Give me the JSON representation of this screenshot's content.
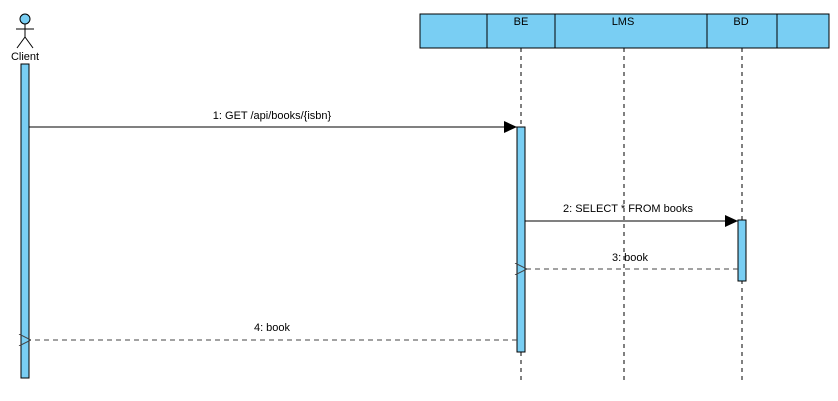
{
  "actor": {
    "name": "Client",
    "icon": "stick-figure-icon"
  },
  "lifelines": [
    {
      "id": "be",
      "label": "BE"
    },
    {
      "id": "lms",
      "label": "LMS"
    },
    {
      "id": "bd",
      "label": "BD"
    }
  ],
  "messages": [
    {
      "id": "m1",
      "label": "1: GET /api/books/{isbn}",
      "kind": "sync"
    },
    {
      "id": "m2",
      "label": "2: SELECT * FROM books",
      "kind": "sync"
    },
    {
      "id": "m3",
      "label": "3: book",
      "kind": "return"
    },
    {
      "id": "m4",
      "label": "4: book",
      "kind": "return"
    }
  ],
  "colors": {
    "fill": "#79CEF3",
    "stroke": "#000000",
    "line": "#444444"
  }
}
